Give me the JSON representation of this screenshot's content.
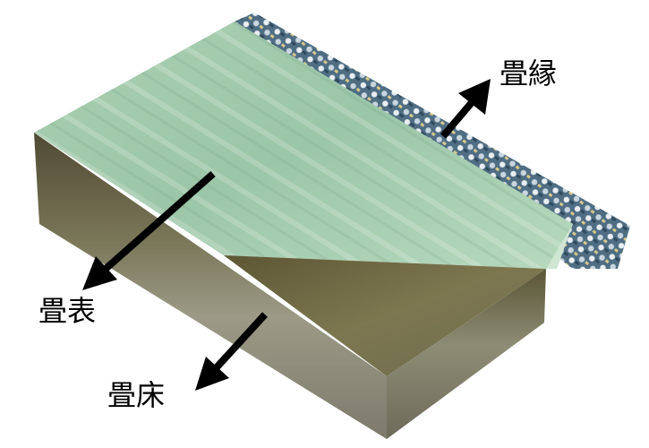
{
  "labels": {
    "tatami_border": "畳縁",
    "tatami_surface": "畳表",
    "tatami_core": "畳床"
  },
  "icons": [
    "arrow-icon"
  ],
  "colors": {
    "surface_green": "#9cc4a6",
    "core_brown": "#6e6a4c",
    "border_blue": "#5b7f96",
    "arrow": "#000000"
  }
}
